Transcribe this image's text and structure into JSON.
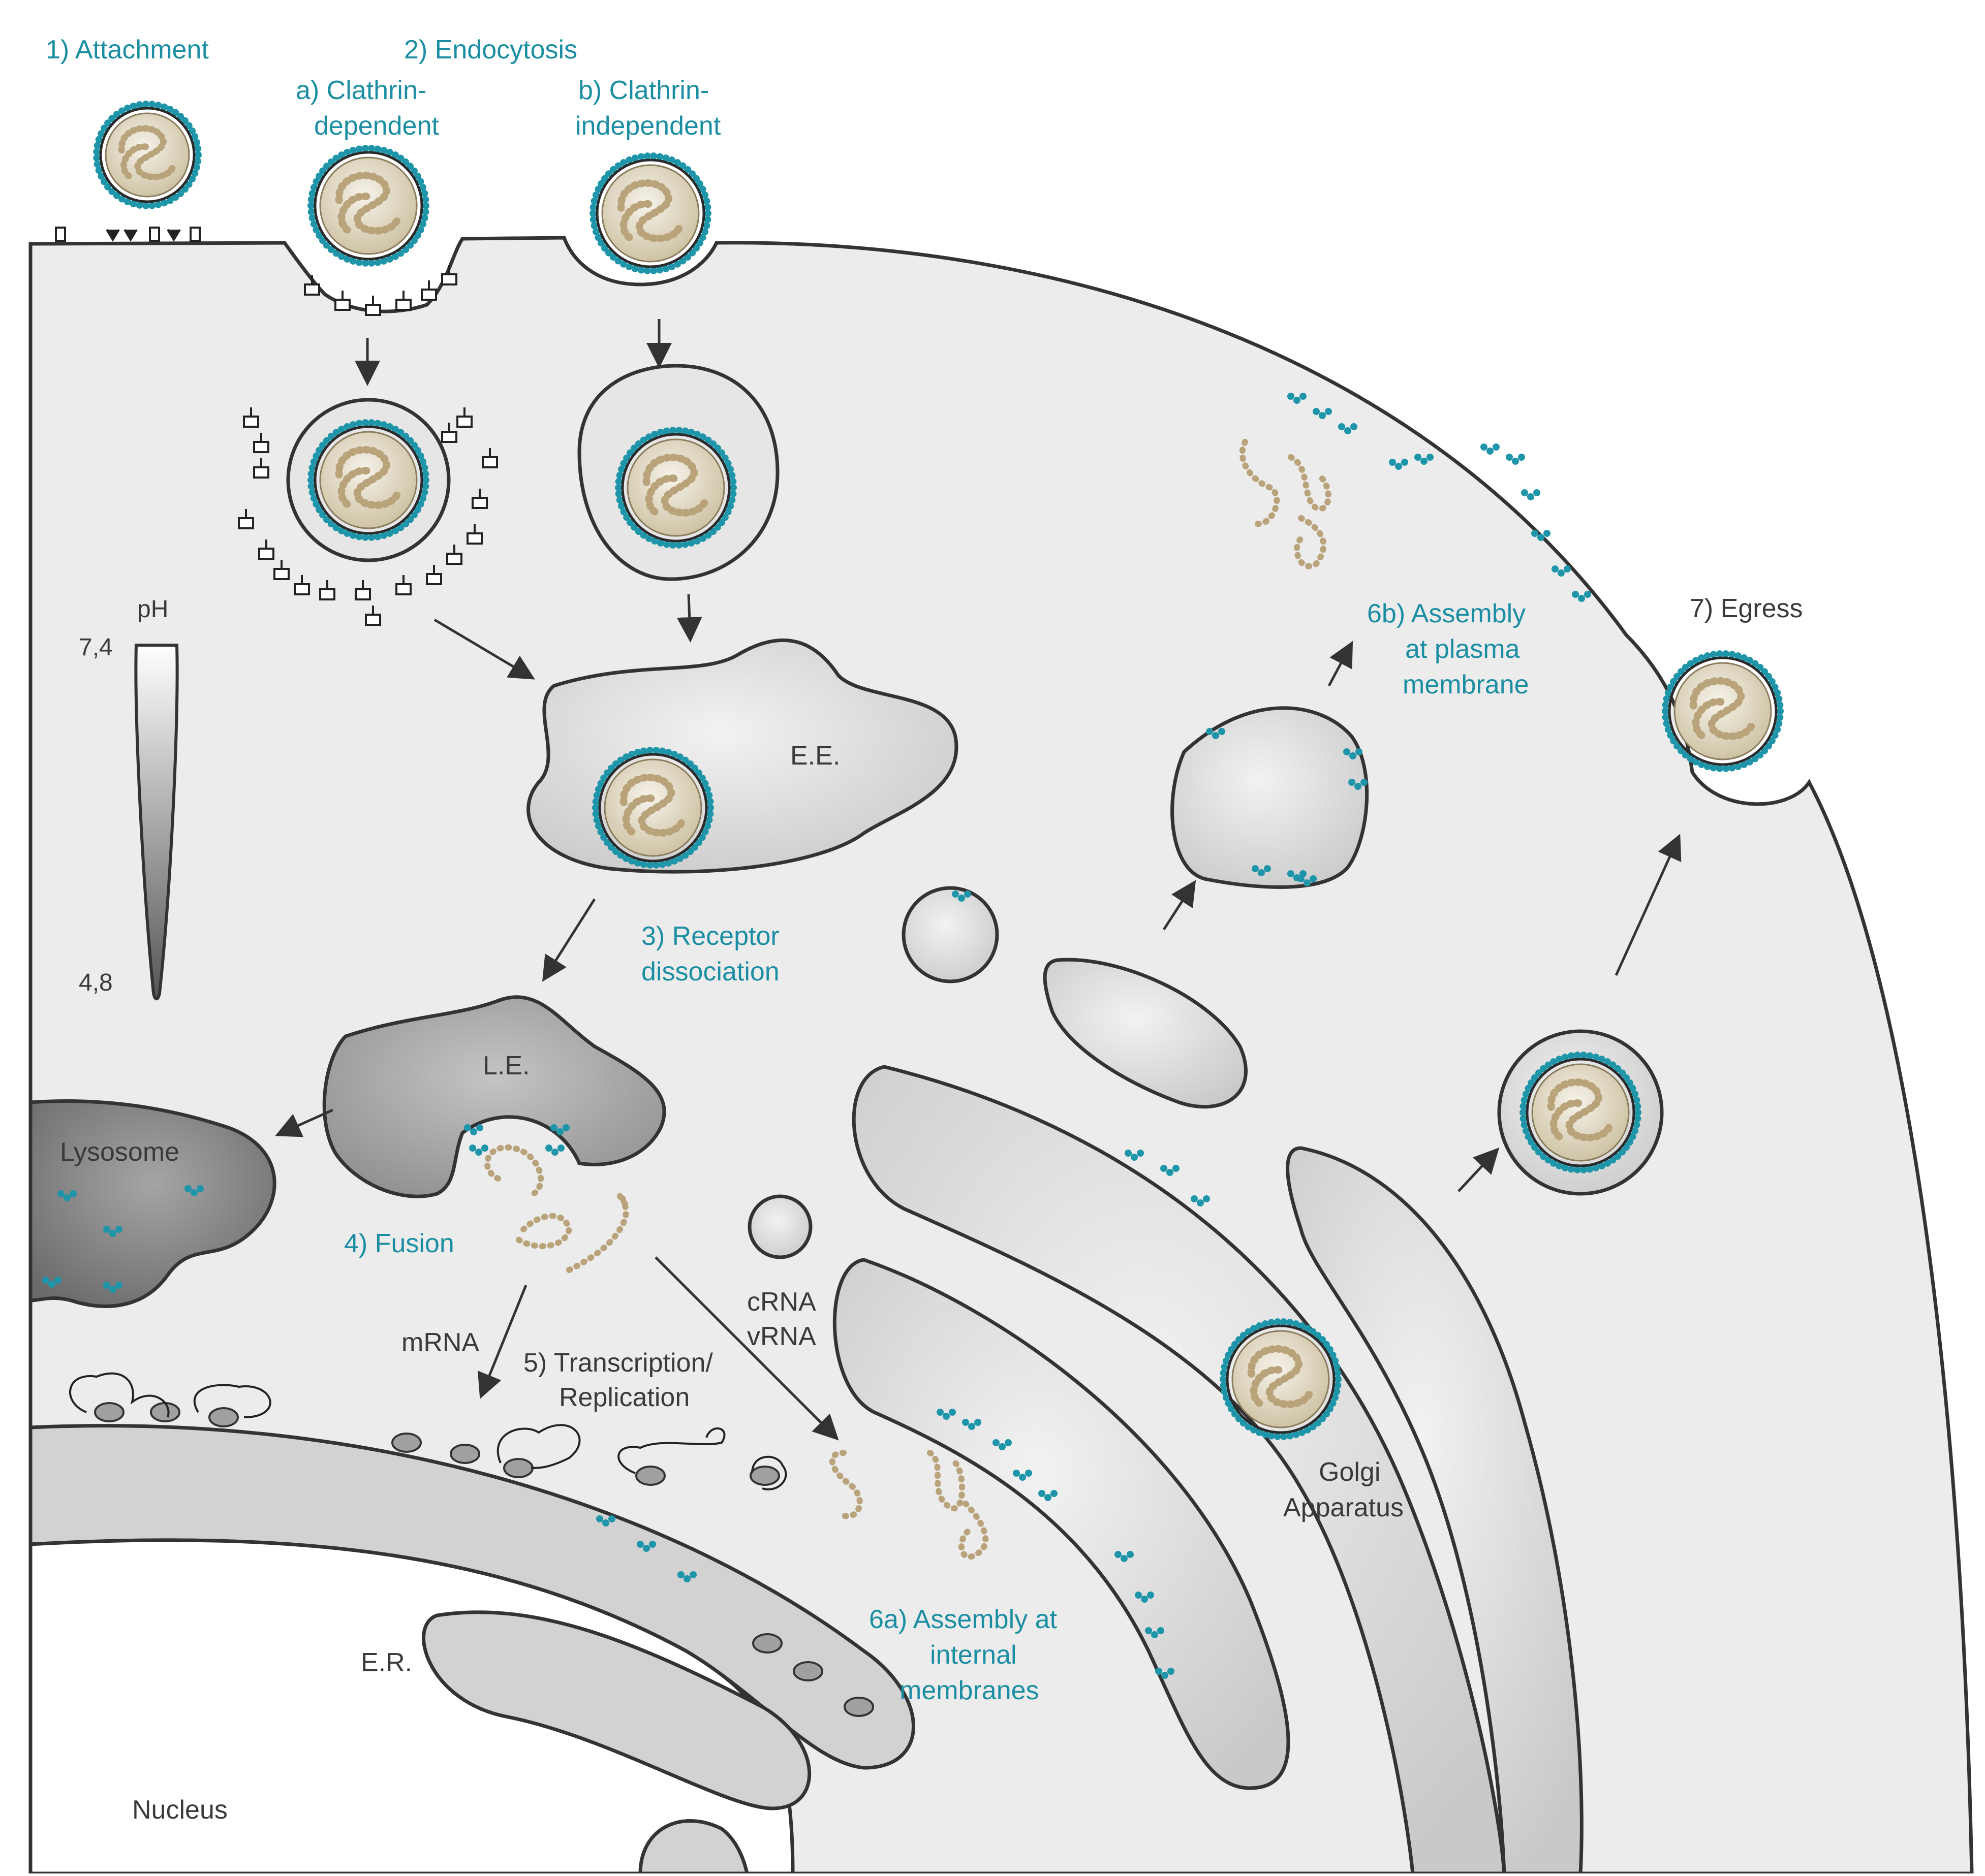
{
  "colors": {
    "teal_label": "#1b8ea3",
    "dark_label": "#3a3a3a",
    "cytoplasm": "#ececec",
    "organelle_fill": "#d6d6d6",
    "late_endosome_fill": "#9c9c9c",
    "lysosome_fill": "#7d7d7d",
    "membrane_stroke": "#333333",
    "virus_glycoprotein": "#1f95aa",
    "virus_core": "#cbbf9f",
    "rnp_strand": "#b9a37a"
  },
  "steps": {
    "attachment": "1) Attachment",
    "endocytosis": "2) Endocytosis",
    "clathrin_dependent_1": "a) Clathrin-",
    "clathrin_dependent_2": "dependent",
    "clathrin_independent_1": "b) Clathrin-",
    "clathrin_independent_2": "independent",
    "receptor_dissociation_1": "3) Receptor",
    "receptor_dissociation_2": "dissociation",
    "fusion": "4) Fusion",
    "transcription_1": "5) Transcription/",
    "transcription_2": "Replication",
    "assembly_internal_1": "6a) Assembly at",
    "assembly_internal_2": "internal",
    "assembly_internal_3": "membranes",
    "assembly_plasma_1": "6b) Assembly",
    "assembly_plasma_2": "at plasma",
    "assembly_plasma_3": "membrane",
    "egress": "7) Egress"
  },
  "organelles": {
    "early_endosome": "E.E.",
    "late_endosome": "L.E.",
    "lysosome": "Lysosome",
    "golgi_1": "Golgi",
    "golgi_2": "Apparatus",
    "er": "E.R.",
    "nucleus": "Nucleus"
  },
  "rna": {
    "mrna": "mRNA",
    "crna": "cRNA",
    "vrna": "vRNA"
  },
  "ph_scale": {
    "title": "pH",
    "top_value": "7,4",
    "bottom_value": "4,8"
  }
}
